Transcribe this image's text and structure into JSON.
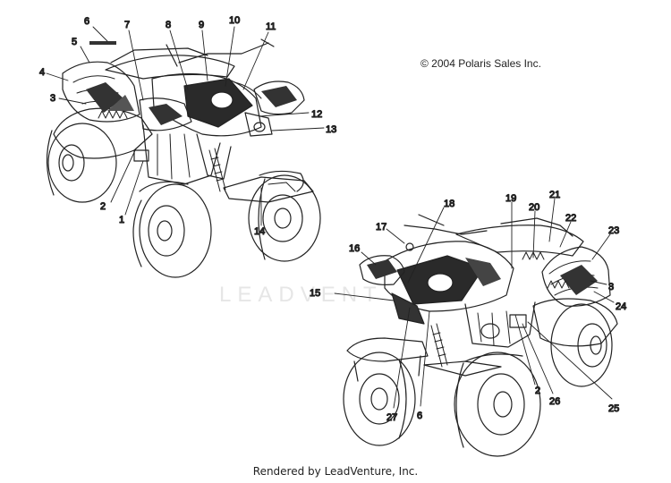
{
  "copyright": "© 2004 Polaris Sales Inc.",
  "footer": "Rendered by LeadVenture, Inc.",
  "watermark": "LEADVENT",
  "callouts_left": [
    "6",
    "5",
    "4",
    "3",
    "7",
    "8",
    "9",
    "10",
    "11",
    "12",
    "13",
    "2",
    "1",
    "14"
  ],
  "callouts_right": [
    "18",
    "17",
    "16",
    "15",
    "19",
    "20",
    "21",
    "22",
    "23",
    "3",
    "24",
    "2",
    "26",
    "25",
    "27",
    "6"
  ]
}
